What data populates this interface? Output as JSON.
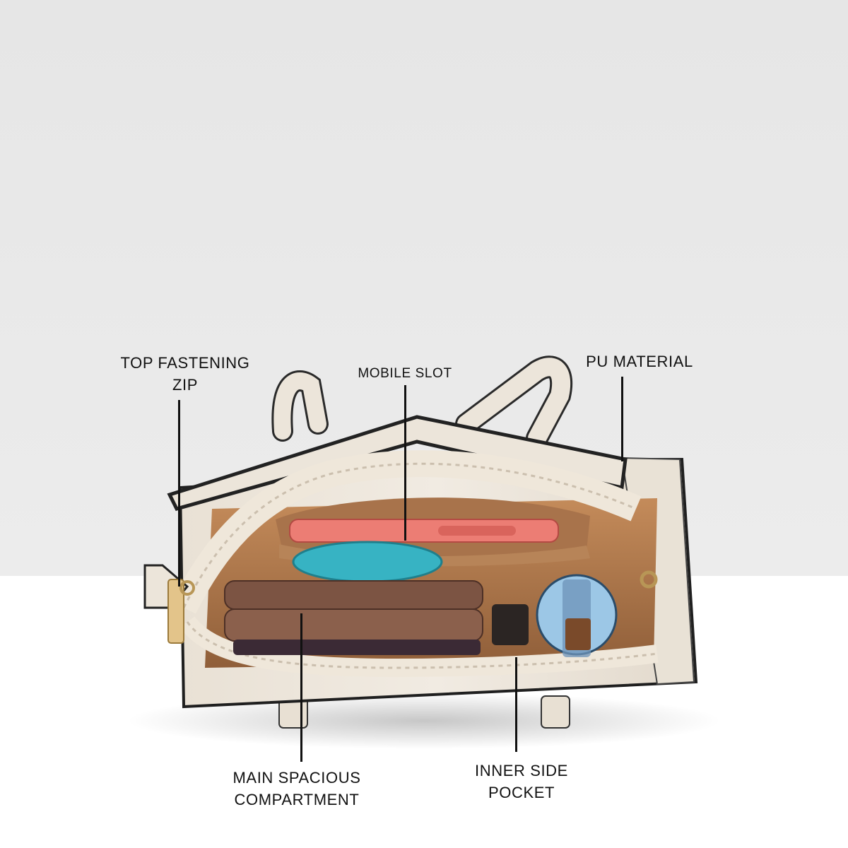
{
  "colors": {
    "backdrop_top": "#e8e8e8",
    "floor": "#ffffff",
    "bag_leather": "#ece5da",
    "lining": "#b07a4f",
    "piping": "#2b2b2b"
  },
  "callouts": {
    "top_fastening_zip": {
      "line1": "TOP FASTENING",
      "line2": "ZIP"
    },
    "mobile_slot": {
      "line1": "MOBILE SLOT"
    },
    "pu_material": {
      "line1": "PU MATERIAL"
    },
    "main_compartment": {
      "line1": "MAIN SPACIOUS",
      "line2": "COMPARTMENT"
    },
    "inner_side_pocket": {
      "line1": "INNER SIDE",
      "line2": "POCKET"
    }
  }
}
